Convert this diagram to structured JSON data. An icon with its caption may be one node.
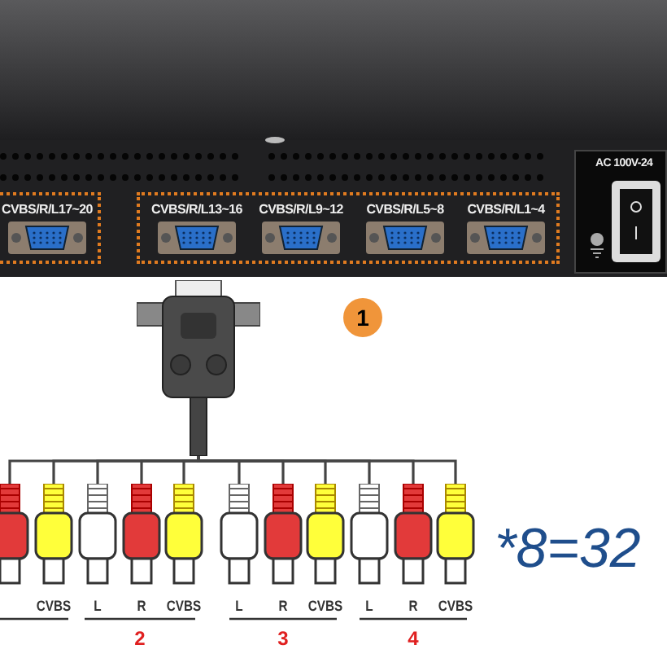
{
  "diagram": {
    "nodes": [
      {
        "text": [],
        "shape": "box"
      },
      {
        "text": [
          "CVBS/R/L17~20"
        ],
        "in": 0
      },
      {
        "text": [],
        "shape": "box"
      },
      {
        "text": [
          "CVBS/R/L13~16"
        ],
        "in": 2
      },
      {
        "text": [
          "CVBS/R/L9~12"
        ],
        "in": 2
      },
      {
        "text": [
          "CVBS/R/L5~8"
        ],
        "in": 2
      },
      {
        "text": [
          "CVBS/R/L1~4"
        ],
        "in": 2
      },
      {
        "text": [
          "AC 100V-24"
        ]
      },
      {
        "text": [],
        "shape": "picture"
      },
      {
        "text": [
          "1"
        ]
      },
      {
        "text": [],
        "shape": "picture"
      },
      {
        "text": [
          "CVBS"
        ]
      },
      {
        "text": [
          "L"
        ]
      },
      {
        "text": [
          "R"
        ]
      },
      {
        "text": [
          "CVBS"
        ]
      },
      {
        "text": [
          "L"
        ]
      },
      {
        "text": [
          "R"
        ]
      },
      {
        "text": [
          "CVBS"
        ]
      },
      {
        "text": [
          "L"
        ]
      },
      {
        "text": [
          "R"
        ]
      },
      {
        "text": [
          "CVBS"
        ]
      }
    ],
    "edges": [
      {
        "from": 8,
        "to": 10,
        "arrow": "none"
      },
      {
        "from": 8,
        "to": 11,
        "arrow": "none"
      },
      {
        "from": 8,
        "to": 12,
        "arrow": "none"
      },
      {
        "from": 8,
        "to": 13,
        "arrow": "none"
      },
      {
        "from": 8,
        "to": 14,
        "arrow": "none"
      },
      {
        "from": 8,
        "to": 15,
        "arrow": "none"
      },
      {
        "from": 8,
        "to": 16,
        "arrow": "none"
      },
      {
        "from": 8,
        "to": 17,
        "arrow": "none"
      },
      {
        "from": 8,
        "to": 18,
        "arrow": "none"
      },
      {
        "from": 8,
        "to": 19,
        "arrow": "none"
      },
      {
        "from": 8,
        "to": 20,
        "arrow": "none"
      }
    ],
    "labels": [
      "2",
      "3",
      "4",
      "*8=32"
    ]
  }
}
